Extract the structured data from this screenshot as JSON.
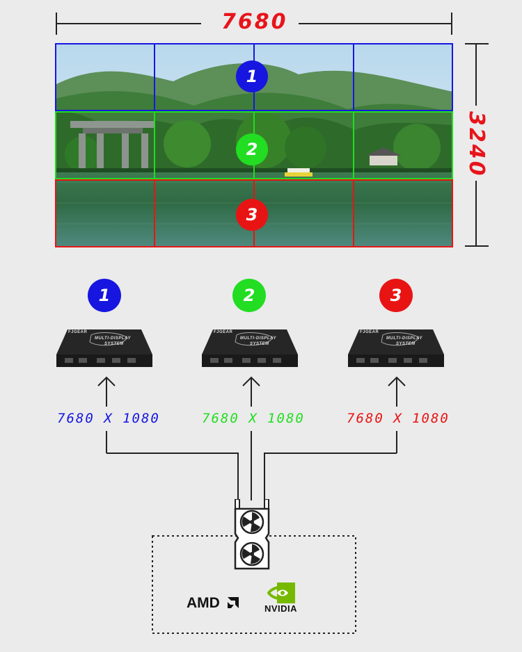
{
  "dimensions": {
    "width_label": "7680",
    "height_label": "3240"
  },
  "rows": [
    {
      "number": "1",
      "color": "#1616e0"
    },
    {
      "number": "2",
      "color": "#22dd22"
    },
    {
      "number": "3",
      "color": "#e81414"
    }
  ],
  "devices": [
    {
      "number": "1",
      "color": "#1616e0",
      "brand": "FJGEAR",
      "model_line1": "MULTI-DISPLAY",
      "model_line2": "SYSTEM",
      "resolution": "7680 X 1080"
    },
    {
      "number": "2",
      "color": "#22dd22",
      "brand": "FJGEAR",
      "model_line1": "MULTI-DISPLAY",
      "model_line2": "SYSTEM",
      "resolution": "7680 X 1080"
    },
    {
      "number": "3",
      "color": "#e81414",
      "brand": "FJGEAR",
      "model_line1": "MULTI-DISPLAY",
      "model_line2": "SYSTEM",
      "resolution": "7680 X 1080"
    }
  ],
  "gpu": {
    "icon": "graphics-card-icon"
  },
  "vendors": {
    "amd": "AMD",
    "nvidia": "NVIDIA"
  }
}
